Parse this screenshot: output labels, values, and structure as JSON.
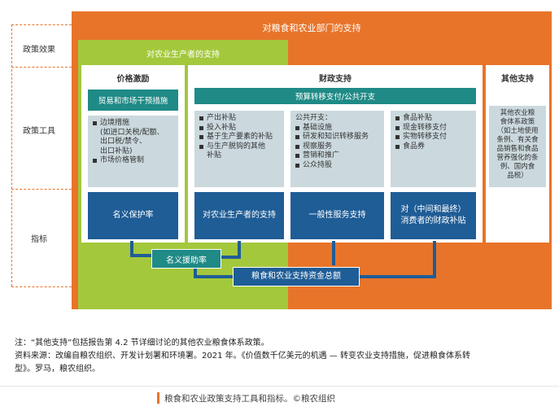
{
  "row_labels": {
    "effects": "政策效果",
    "tools": "政策工具",
    "indicators": "指标"
  },
  "headers": {
    "overall": "对粮食和农业部门的支持",
    "producer": "对农业生产者的支持"
  },
  "columns": {
    "price": {
      "title": "价格激励",
      "teal": "贸易和市场干预措施",
      "items": [
        {
          "text": "边境措施",
          "sub": [
            "(如进口关税/配额、",
            "出口税/禁令、",
            "出口补贴)"
          ]
        },
        {
          "text": "市场价格管制",
          "sub": []
        }
      ],
      "indicator": "名义保护率"
    },
    "fiscal": {
      "title": "财政支持",
      "teal": "预算转移支付/公共开支",
      "producer_items": [
        "产出补贴",
        "投入补贴",
        "基于生产要素的补贴",
        "与生产脱钩的其他",
        "补贴"
      ],
      "public_title": "公共开支：",
      "public_items": [
        "基础设施",
        "研发和知识转移服务",
        "视察服务",
        "营销和推广",
        "公众持股"
      ],
      "consumer_items": [
        "食品补贴",
        "现金转移支付",
        "实物转移支付",
        "食品券"
      ],
      "indicator_producer": "对农业生产者的支持",
      "indicator_general": "一般性服务支持",
      "indicator_consumer": [
        "对（中间和最终）",
        "消费者的财政补贴"
      ]
    },
    "other": {
      "title": "其他支持",
      "text": [
        "其他农业粮",
        "食体系政策",
        "（如土地使用",
        "条例、有关食",
        "品销售和食品",
        "营养强化的条",
        "例、国内食",
        "品税）"
      ]
    }
  },
  "aggregates": {
    "nominal_assistance": "名义援助率",
    "total_support": "粮食和农业支持资金总额"
  },
  "notes": {
    "note": "注：“其他支持”包括报告第 4.2 节详细讨论的其他农业粮食体系政策。",
    "source_line1": "资料来源：改编自粮农组织、开发计划署和环境署。2021 年。《价值数千亿美元的机遇 — 转变农业支持措施，促进粮食体系转",
    "source_line2": "型》。罗马，粮农组织。"
  },
  "caption": "粮食和农业政策支持工具和指标。©粮农组织",
  "colors": {
    "orange": "#e8742a",
    "green": "#a4c83c",
    "teal": "#1f8a86",
    "blue": "#1f5d96",
    "gray": "#cbd9de"
  }
}
